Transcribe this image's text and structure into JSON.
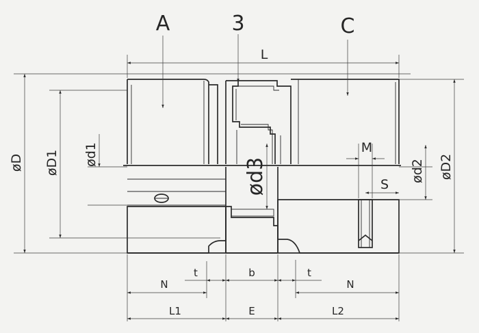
{
  "diagram": {
    "top_labels": {
      "part_a": "A",
      "part_3": "3",
      "part_c": "C"
    },
    "overall_length": "L",
    "left_diameters": {
      "outer": "øD",
      "hub": "øD1",
      "bore": "ød1"
    },
    "middle_diameter": "ød3",
    "right_diameters": {
      "bore": "ød2",
      "outer": "øD2"
    },
    "screw": {
      "m": "M",
      "s": "S"
    },
    "bottom_row1": {
      "n_left": "N",
      "t_left": "t",
      "b": "b",
      "t_right": "t",
      "n_right": "N"
    },
    "bottom_row2": {
      "l1": "L1",
      "e": "E",
      "l2": "L2"
    },
    "colors": {
      "line": "#2a2a2a",
      "paper": "#f3f3f1"
    }
  }
}
